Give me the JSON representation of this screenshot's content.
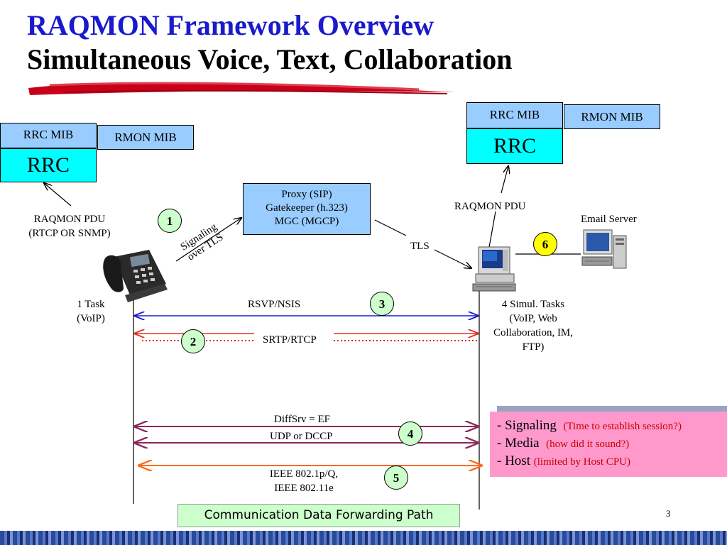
{
  "title": "RAQMON Framework Overview",
  "subtitle": "Simultaneous Voice, Text, Collaboration",
  "left_node": {
    "mib1": "RRC MIB",
    "mib2": "RMON MIB",
    "rrc": "RRC",
    "pdu": "RAQMON PDU",
    "pdu_sub": "(RTCP OR SNMP)",
    "task": "1 Task",
    "task_sub": "(VoIP)"
  },
  "right_node": {
    "mib1": "RRC MIB",
    "mib2": "RMON MIB",
    "rrc": "RRC",
    "pdu": "RAQMON PDU",
    "tasks": [
      "4 Simul. Tasks",
      "(VoIP, Web",
      "Collaboration, IM,",
      "FTP)"
    ]
  },
  "proxy": [
    "Proxy (SIP)",
    "Gatekeeper (h.323)",
    "MGC (MGCP)"
  ],
  "signaling": [
    "Signaling",
    "over TLS"
  ],
  "tls": "TLS",
  "email_server": "Email Server",
  "paths": {
    "rsvp": "RSVP/NSIS",
    "srtp": "SRTP/RTCP",
    "diffserv": "DiffSrv = EF",
    "udp": "UDP or DCCP",
    "ieee": [
      "IEEE 802.1p/Q,",
      "IEEE 802.11e"
    ]
  },
  "numbers": [
    "1",
    "2",
    "3",
    "4",
    "5",
    "6"
  ],
  "legend": [
    {
      "label": "- Signaling",
      "note": "(Time to establish session?)"
    },
    {
      "label": "- Media",
      "note": "(how did it sound?)"
    },
    {
      "label": "- Host",
      "note": "(limited by Host CPU)"
    }
  ],
  "footer": "Communication Data Forwarding Path",
  "page_number": "3",
  "colors": {
    "title": "#1a1acc",
    "mib": "#99ccff",
    "rrc": "#00ffff",
    "rsvp": "#1a1acc",
    "srtp": "#e03020",
    "diffserv": "#8b2a5a",
    "ieee": "#ff6a1a",
    "legend_bg": "#ff99cc",
    "footer_bg": "#ccffcc"
  },
  "icons": [
    "phone-icon",
    "workstation-icon",
    "email-server-icon",
    "red-brush-stroke"
  ]
}
